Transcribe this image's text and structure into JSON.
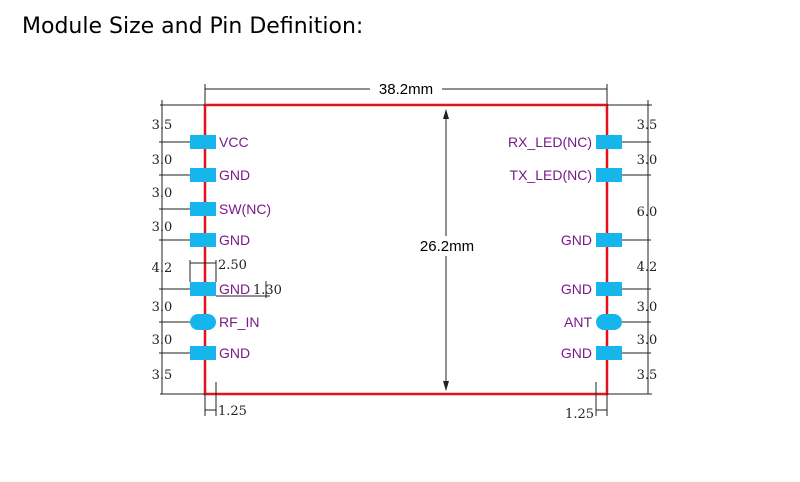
{
  "title": "Module Size and Pin Definition:",
  "width_label": "38.2mm",
  "height_label": "26.2mm",
  "left_pins": [
    "VCC",
    "GND",
    "SW(NC)",
    "GND",
    "GND",
    "RF_IN",
    "GND"
  ],
  "right_pins": [
    "RX_LED(NC)",
    "TX_LED(NC)",
    "GND",
    "GND",
    "ANT",
    "GND"
  ],
  "left_spacings": [
    "3.5",
    "3.0",
    "3.0",
    "3.0",
    "4.2",
    "3.0",
    "3.0",
    "3.5"
  ],
  "right_spacings": [
    "3.5",
    "3.0",
    "6.0",
    "4.2",
    "3.0",
    "3.0",
    "3.5"
  ],
  "pad_width": "2.50",
  "pad_height": "1.30",
  "left_edge_offset": "1.25",
  "right_edge_offset": "1.25",
  "colors": {
    "outline": "#e0141e",
    "pad": "#16b6ec",
    "pin_text": "#7a1a8a"
  }
}
